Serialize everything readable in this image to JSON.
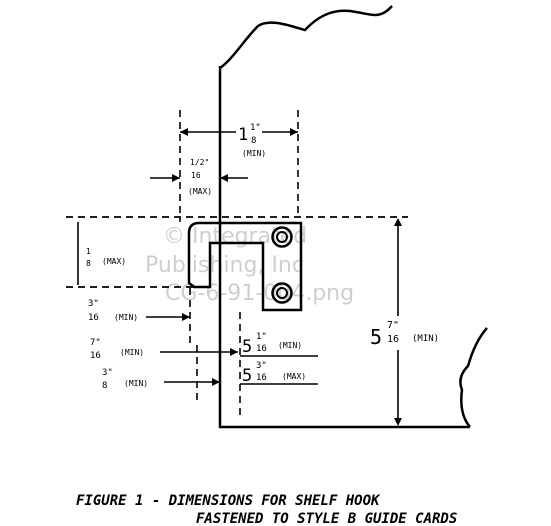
{
  "watermark": {
    "line1": "© Integrated",
    "line2": "Publishing, Inc",
    "line3": "CG-6-91-004.png"
  },
  "dimensions": {
    "top_width": {
      "whole": "1",
      "num": "1\"",
      "den": "8",
      "note": "(MIN)"
    },
    "top_gap": {
      "num": "1/2\"",
      "den": "16",
      "note": "(MAX)"
    },
    "hook_height": {
      "num": "1",
      "den": "8",
      "note": "(MAX)"
    },
    "slot_depth": {
      "num": "3\"",
      "den": "16",
      "note": "(MIN)"
    },
    "side_width": {
      "num": "7\"",
      "den": "16",
      "note": "(MIN)"
    },
    "bottom_gap": {
      "num": "3\"",
      "den": "8",
      "note": "(MIN)"
    },
    "mid_min": {
      "whole": "5",
      "num": "1\"",
      "den": "16",
      "note": "(MIN)"
    },
    "mid_max": {
      "whole": "5",
      "num": "3\"",
      "den": "16",
      "note": "(MAX)"
    },
    "total_height": {
      "whole": "5",
      "num": "7\"",
      "den": "16",
      "note": "(MIN)"
    }
  },
  "caption": {
    "line1": "FIGURE 1 - DIMENSIONS FOR SHELF HOOK",
    "line2": "FASTENED TO STYLE B GUIDE CARDS"
  }
}
